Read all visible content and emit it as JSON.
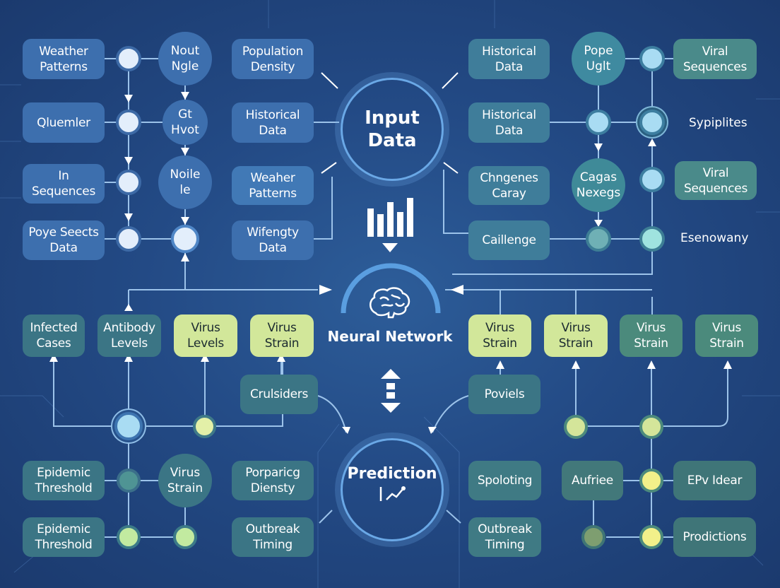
{
  "title_nodes": {
    "input": "Input\nData",
    "neural": "Neural Network",
    "prediction": "Prediction"
  },
  "left_top": {
    "col1": [
      "Weather\nPatterns",
      "Qluemler",
      "In\nSequences",
      "Poye Seects\nData"
    ],
    "col2": [
      "Nout\nNgle",
      "Gt\nHvot",
      "Noile\nle"
    ],
    "col3": [
      "Population\nDensity",
      "Historical\nData",
      "Weaher\nPatterns",
      "Wifengty\nData"
    ]
  },
  "right_top": {
    "col1": [
      "Historical\nData",
      "Historical\nData",
      "Chngenes\nCaray",
      "Caillenge"
    ],
    "col2": [
      "Pope\nUglt",
      "Cagas\nNexegs"
    ],
    "col3": [
      "Viral\nSequences",
      "Sypiplites",
      "Viral\nSequences",
      "Esenowany"
    ]
  },
  "middle_row": {
    "left": [
      "Infected\nCases",
      "Antibody\nLevels",
      "Virus\nLevels",
      "Virus\nStrain"
    ],
    "right": [
      "Virus\nStrain",
      "Virus\nStrain",
      "Virus\nStrain",
      "Virus\nStrain"
    ],
    "left_feed": "Crulsiders",
    "right_feed": "Poviels"
  },
  "bottom_left": [
    "Epidemic\nThreshold",
    "Virus\nStrain",
    "Porparicg\nDiensty",
    "Epidemic\nThreshold",
    "Outbreak\nTiming"
  ],
  "bottom_right": [
    "Spoloting",
    "Aufriee",
    "EPv Idear",
    "Outbreak\nTiming",
    "Prodictions"
  ],
  "colors": {
    "background": "#234a85",
    "accent_lime": "#d2e79a",
    "node_blue": "#3d6fae",
    "node_teal": "#3f7d9a"
  }
}
